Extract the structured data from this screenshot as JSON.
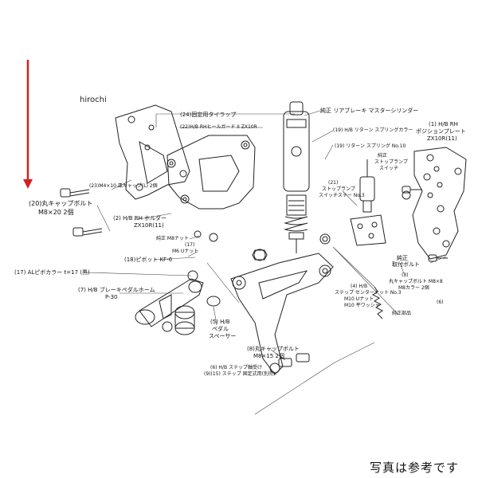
{
  "watermark": "hirochi",
  "note": "写真は参考です",
  "accent_arrow_color": "#d42020",
  "labels": {
    "l24": "(24)固定用タイラップ",
    "l22": "(22)H/B RHヒールガード II ZX10R",
    "master": "純正 リアブレーキ マスターシリンダー",
    "l19": "(19) H/B リターン スプリングカラー",
    "l1a": "(1) H/B RH",
    "l1b": "ポジションプレート",
    "l1c": "ZX10R(11)",
    "l19b": "(19) リターン スプリング No.10",
    "stopsw1": "純正",
    "stopsw2": "ストップランプ",
    "stopsw3": "スイッチ",
    "l21a": "(21)",
    "l21b": "ストップランプ",
    "l21c": "スイッチステー No.3",
    "l20a": "(20)丸キャップボルト",
    "l20b": "M8×20 2個",
    "l23": "(23)M4×10 皿キャップ(L) 2個",
    "l2a": "(2) H/B RH ホルダー",
    "l2b": "ZX10R(11)",
    "m8nut": "純正 M8ナット",
    "l17a": "(17)",
    "l17b": "M6 Uナット",
    "l18": "(18)ピボット KF-6",
    "l17c": "(17) ALピボカラー t=17 (黒)",
    "l7a": "(7) H/B ブレーキペダルホーム",
    "l7b": "P-30",
    "l5a": "(5) H/B",
    "l5b": "ペダル",
    "l5c": "スペーサー",
    "l4a": "(4) H/B",
    "l4b": "ステップ センターナット No.3",
    "l4c": "M10 Uナット",
    "l4d": "M10 平ワッシャ",
    "l8a": "(8)丸キャップボルト",
    "l8b": "M8×15 2個",
    "l6a": "(6) H/B ステップ軸受け",
    "l6b": "(9)(15) ステップ 固定式用(別売)",
    "genuine_bolt1": "純正",
    "genuine_bolt2": "取付ボルト",
    "l3a": "(3)",
    "l3b": "丸キャップボルト M8×8",
    "l3c": "M8カラー 2個",
    "genuine": "純正部品",
    "l6": "(6)"
  }
}
